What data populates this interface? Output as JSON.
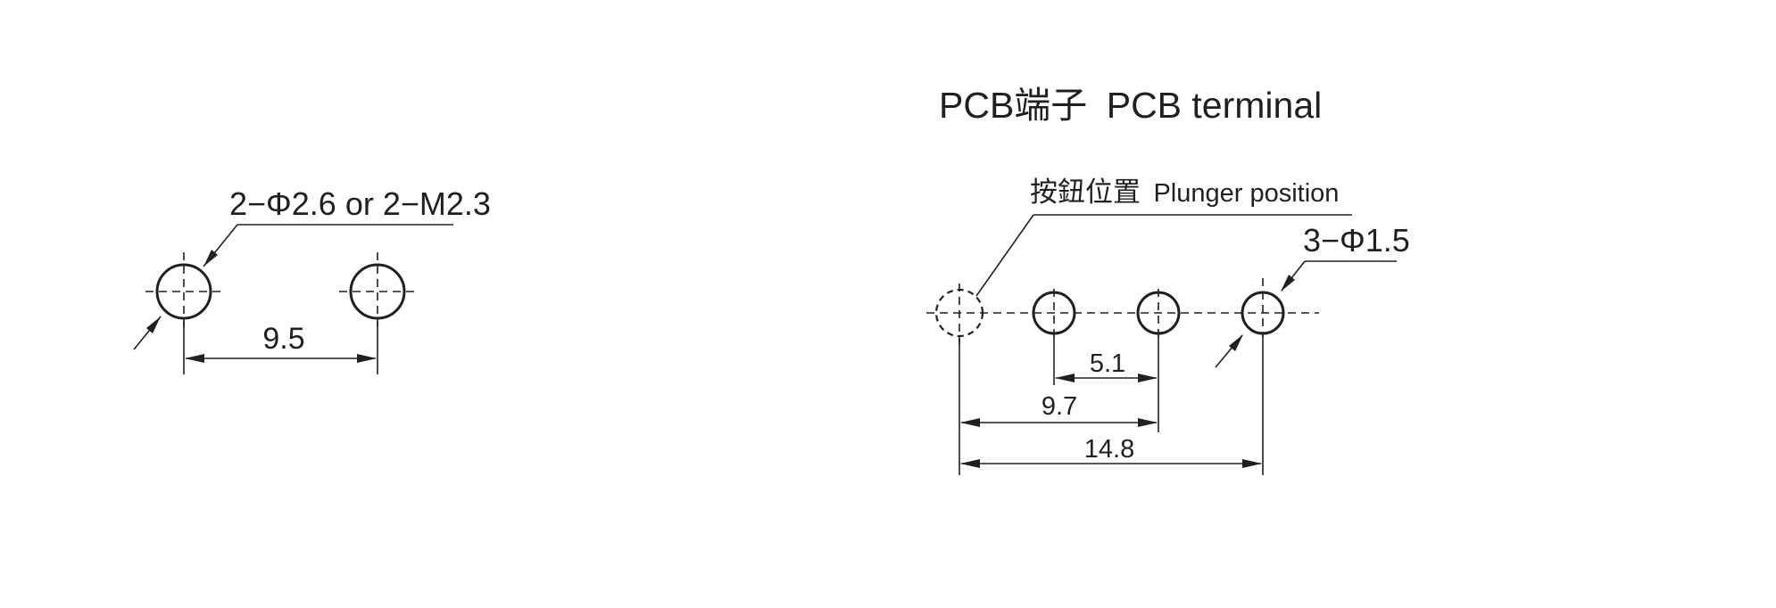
{
  "header": {
    "title_prefix": "PCB端子",
    "title_suffix": "PCB  terminal"
  },
  "left_view": {
    "hole_callout": "2−Φ2.6 or 2−M2.3",
    "pitch_dim": "9.5"
  },
  "right_view": {
    "plunger_label_cn": "按鈕位置",
    "plunger_label_en": "Plunger position",
    "hole_callout": "3−Φ1.5",
    "dims": {
      "d1": "5.1",
      "d2": "9.7",
      "d3": "14.8"
    }
  }
}
